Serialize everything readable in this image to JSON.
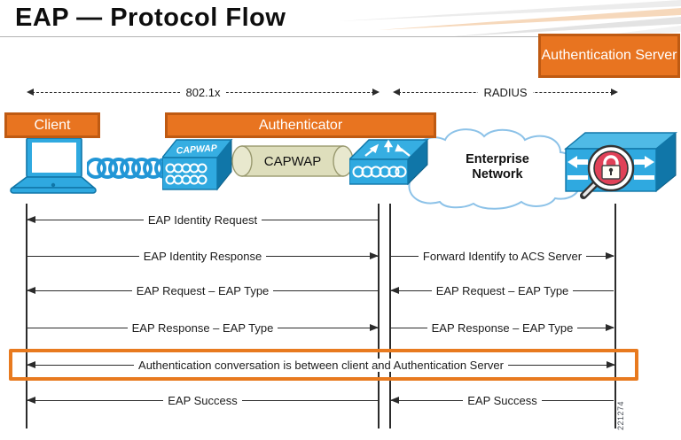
{
  "title": "EAP — Protocol Flow",
  "roles": {
    "auth_server": "Authentication Server",
    "client": "Client",
    "authenticator": "Authenticator"
  },
  "links": {
    "dot1x": "802.1x",
    "radius": "RADIUS"
  },
  "devices": {
    "ap_label": "CAPWAP",
    "tunnel_label": "CAPWAP",
    "cloud_label": "Enterprise Network"
  },
  "flows": {
    "left": [
      "EAP Identity Request",
      "EAP Identity Response",
      "EAP Request – EAP Type",
      "EAP Response – EAP Type",
      "EAP Success"
    ],
    "right": [
      "Forward Identify to ACS Server",
      "EAP Request – EAP Type",
      "EAP Response – EAP Type",
      "EAP Success"
    ],
    "highlight": "Authentication conversation is between client and Authentication Server"
  },
  "figure_number": "221274",
  "colors": {
    "accent_orange": "#e87420",
    "accent_orange_border": "#bf5a12",
    "device_cyan": "#2fa9e0",
    "device_cyan_dark": "#1076a8",
    "lock_red": "#e04158"
  }
}
